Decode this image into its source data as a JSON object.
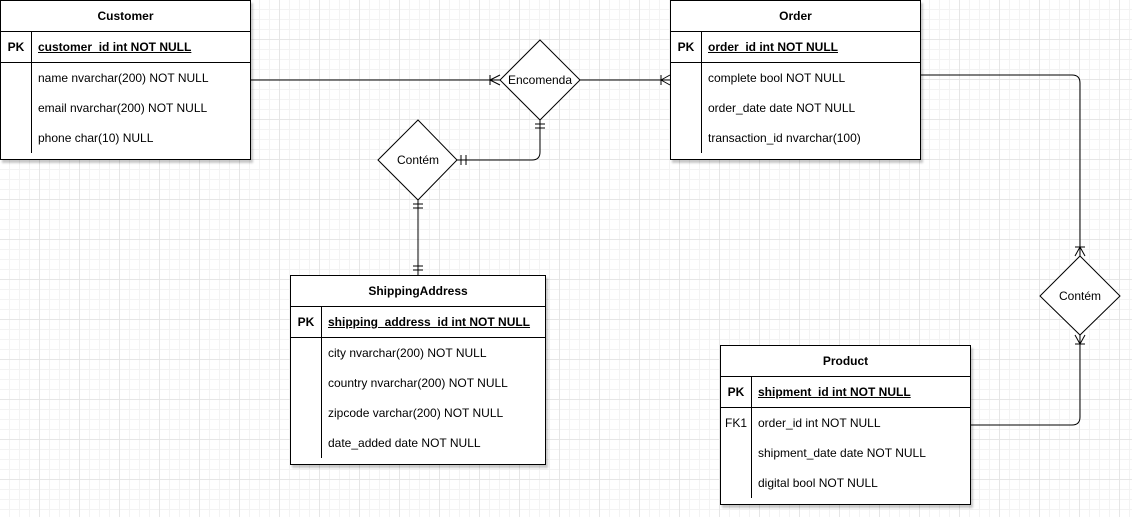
{
  "entities": {
    "customer": {
      "title": "Customer",
      "pk": {
        "key": "PK",
        "field": "customer_id int NOT NULL"
      },
      "attributes": [
        {
          "key": "",
          "field": "name nvarchar(200) NOT NULL"
        },
        {
          "key": "",
          "field": "email nvarchar(200) NOT NULL"
        },
        {
          "key": "",
          "field": "phone char(10) NULL"
        }
      ]
    },
    "order": {
      "title": "Order",
      "pk": {
        "key": "PK",
        "field": "order_id int NOT NULL"
      },
      "attributes": [
        {
          "key": "",
          "field": "complete bool NOT NULL"
        },
        {
          "key": "",
          "field": "order_date date NOT NULL"
        },
        {
          "key": "",
          "field": "transaction_id nvarchar(100)"
        }
      ]
    },
    "shipping_address": {
      "title": "ShippingAddress",
      "pk": {
        "key": "PK",
        "field": "shipping_address_id int NOT NULL"
      },
      "attributes": [
        {
          "key": "",
          "field": "city nvarchar(200) NOT NULL"
        },
        {
          "key": "",
          "field": "country nvarchar(200) NOT NULL"
        },
        {
          "key": "",
          "field": "zipcode varchar(200) NOT NULL"
        },
        {
          "key": "",
          "field": "date_added date NOT NULL"
        }
      ]
    },
    "product": {
      "title": "Product",
      "pk": {
        "key": "PK",
        "field": "shipment_id int NOT NULL"
      },
      "attributes": [
        {
          "key": "FK1",
          "field": "order_id int NOT NULL"
        },
        {
          "key": "",
          "field": "shipment_date date NOT NULL"
        },
        {
          "key": "",
          "field": "digital bool NOT NULL"
        }
      ]
    }
  },
  "relationships": {
    "encomenda": {
      "label": "Encomenda"
    },
    "contem_address": {
      "label": "Contém"
    },
    "contem_product": {
      "label": "Contém"
    }
  },
  "colors": {
    "line": "#000000",
    "grid_major": "#e6e6e6",
    "grid_minor": "#f3f3f3"
  }
}
